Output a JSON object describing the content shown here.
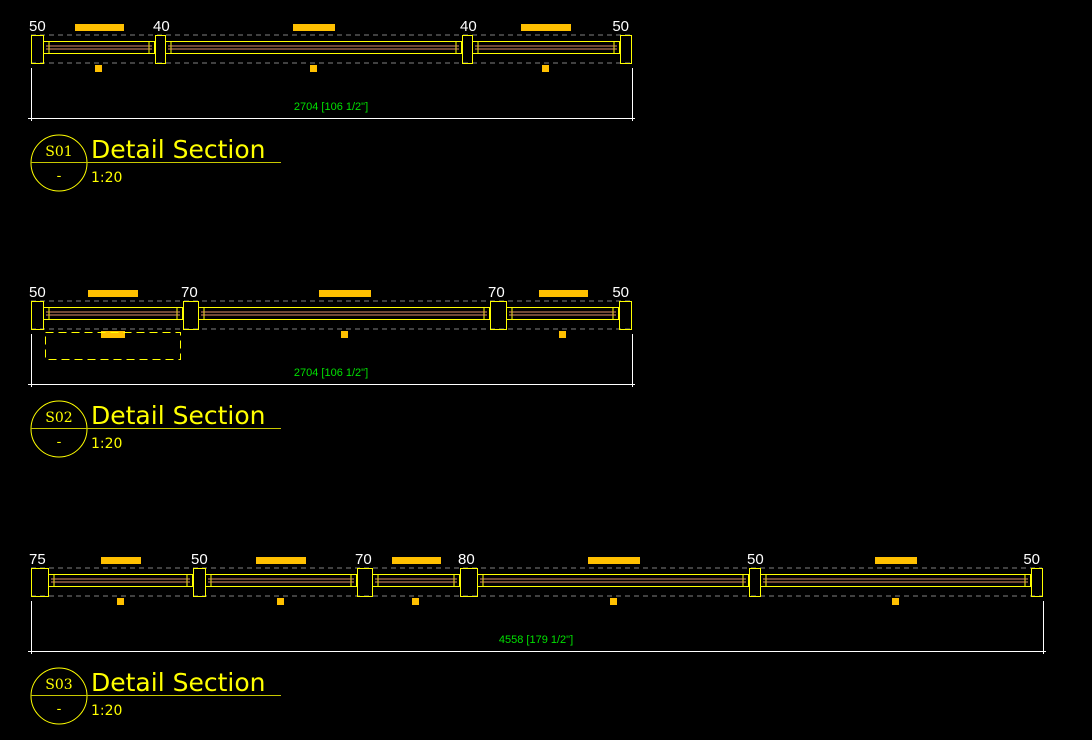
{
  "colors": {
    "background": "#000000",
    "frame": "#ffff00",
    "glass": "#e0906a",
    "handle": "#ffc000",
    "dimension_text": "#00e000",
    "dimension_line": "#ffffff",
    "hidden_line": "#808080"
  },
  "sections": [
    {
      "id": "S01",
      "sub": "-",
      "title": "Detail Section",
      "scale": "1:20",
      "post_labels": [
        "50",
        "40",
        "40",
        "50"
      ],
      "dimension": "2704 [106 1/2\"]"
    },
    {
      "id": "S02",
      "sub": "-",
      "title": "Detail Section",
      "scale": "1:20",
      "post_labels": [
        "50",
        "70",
        "70",
        "50"
      ],
      "dimension": "2704 [106 1/2\"]"
    },
    {
      "id": "S03",
      "sub": "-",
      "title": "Detail Section",
      "scale": "1:20",
      "post_labels": [
        "75",
        "50",
        "70",
        "80",
        "50",
        "50"
      ],
      "dimension": "4558 [179 1/2\"]"
    }
  ]
}
